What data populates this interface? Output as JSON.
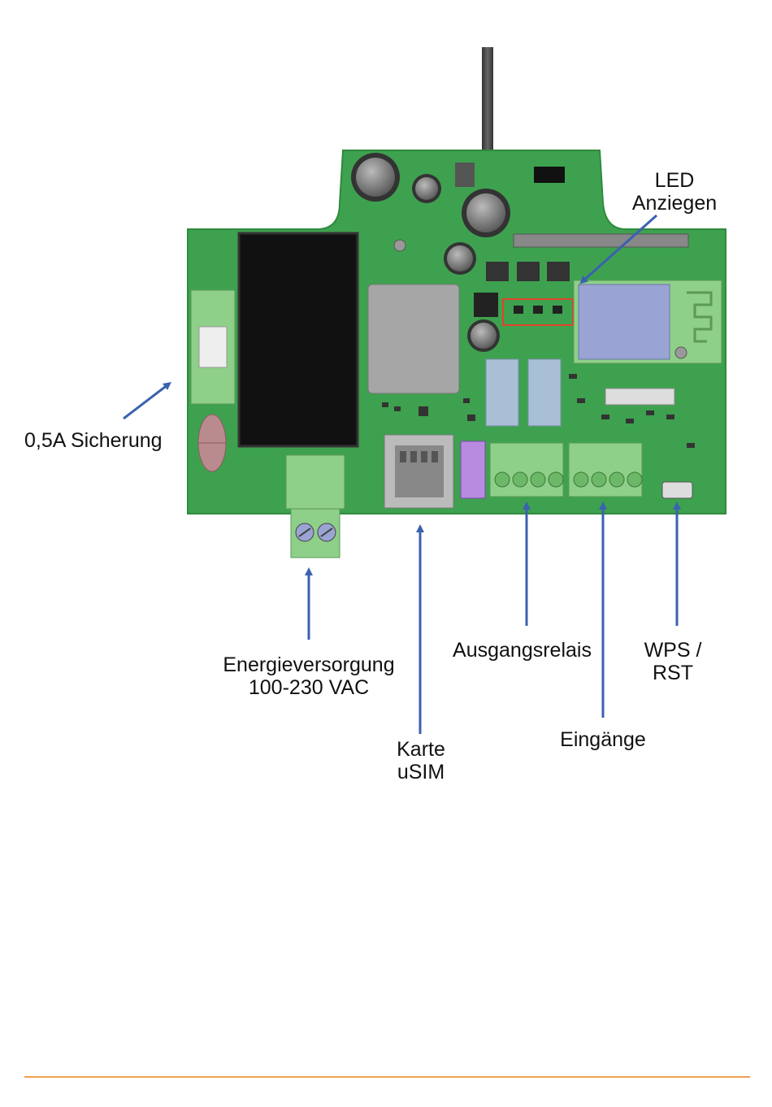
{
  "labels": {
    "led": {
      "line1": "LED",
      "line2": "Anziegen"
    },
    "fuse": "0,5A Sicherung",
    "power": {
      "line1": "Energieversorgung",
      "line2": "100-230 VAC"
    },
    "sim": {
      "line1": "Karte",
      "line2": "uSIM"
    },
    "relay": "Ausgangsrelais",
    "wps": {
      "line1": "WPS /",
      "line2": "RST"
    },
    "inputs": "Eingänge"
  },
  "colors": {
    "pcb": "#3ea14f",
    "pcb_edge": "#2f8a3f",
    "arrow": "#3a62b0",
    "led_highlight": "#e0442a",
    "footer_rule": "#f0a050"
  },
  "icons": {
    "arrow": "arrow-icon"
  }
}
